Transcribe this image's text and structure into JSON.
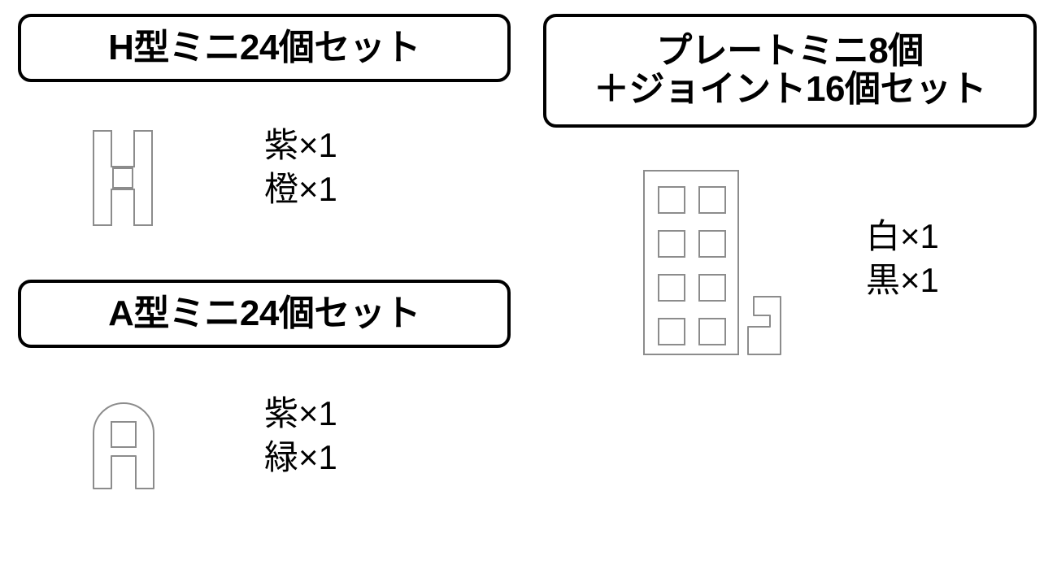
{
  "page": {
    "background_color": "#ffffff",
    "text_color": "#000000",
    "shape_outline_color": "#8c8c8c",
    "banner_border_color": "#000000"
  },
  "sets": [
    {
      "id": "h-type-mini-24",
      "banner": {
        "lines": [
          "H型ミニ24個セット"
        ]
      },
      "figure": {
        "icon_name": "h-shape-part-icon",
        "description": "H型パーツ"
      },
      "colors": [
        {
          "label": "紫×1",
          "name": "紫",
          "count": 1
        },
        {
          "label": "橙×1",
          "name": "橙",
          "count": 1
        }
      ]
    },
    {
      "id": "a-type-mini-24",
      "banner": {
        "lines": [
          "A型ミニ24個セット"
        ]
      },
      "figure": {
        "icon_name": "a-shape-part-icon",
        "description": "A型パーツ"
      },
      "colors": [
        {
          "label": "紫×1",
          "name": "紫",
          "count": 1
        },
        {
          "label": "緑×1",
          "name": "緑",
          "count": 1
        }
      ]
    },
    {
      "id": "plate-mini-8-joint-16",
      "banner": {
        "lines": [
          "プレートミニ8個",
          "＋ジョイント16個セット"
        ]
      },
      "figure": {
        "icon_name": "plate-and-joint-part-icon",
        "description": "プレート8穴とジョイント"
      },
      "colors": [
        {
          "label": "白×1",
          "name": "白",
          "count": 1
        },
        {
          "label": "黒×1",
          "name": "黒",
          "count": 1
        }
      ]
    }
  ]
}
